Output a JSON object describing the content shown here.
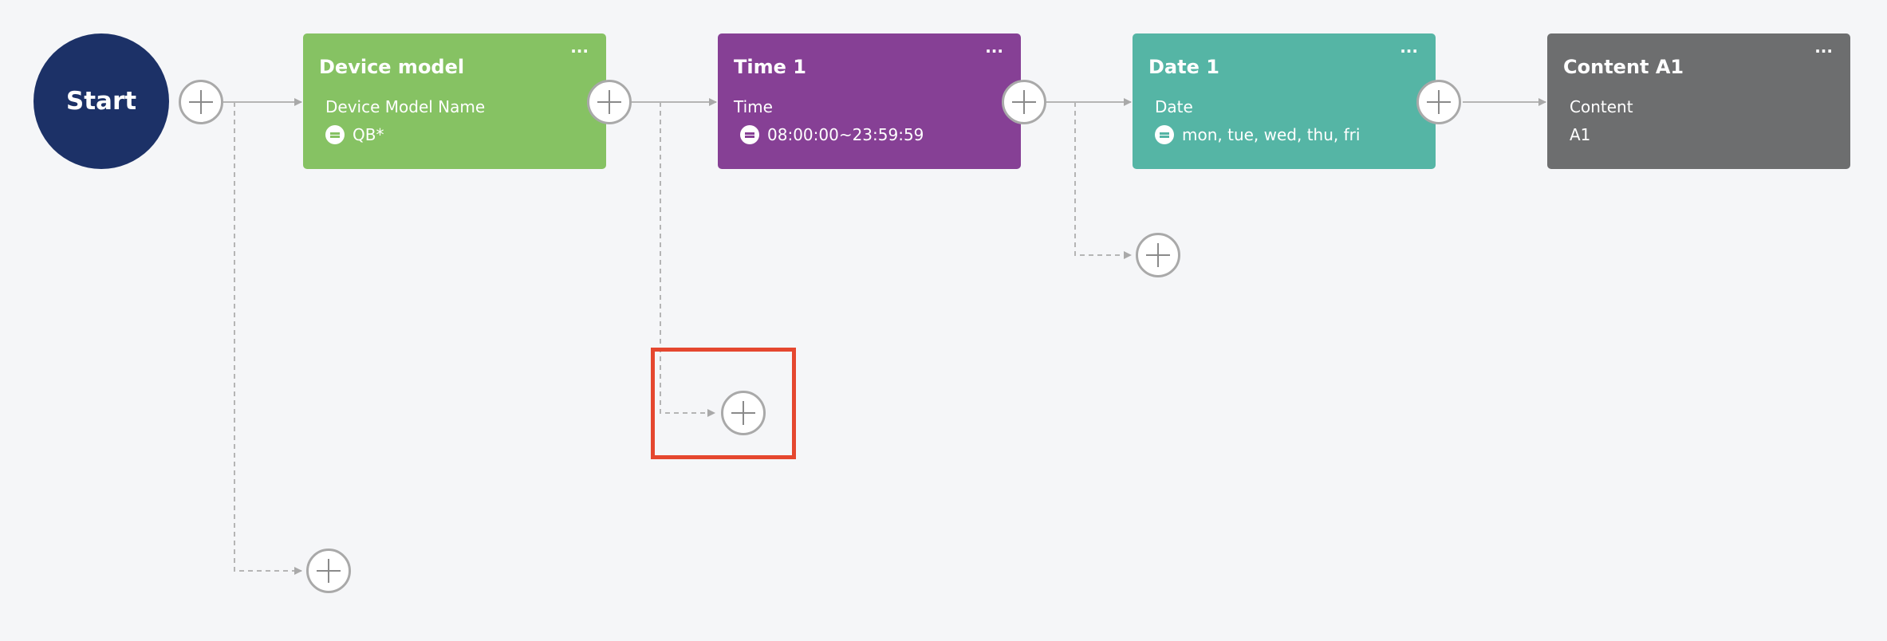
{
  "flow": {
    "start": {
      "label": "Start"
    },
    "nodes": [
      {
        "id": "device-model",
        "title": "Device model",
        "label": "Device Model Name",
        "value": "QB*",
        "has_operator": true,
        "operator_icon": "equals-icon",
        "color": "#86c263",
        "more_icon": "more-icon"
      },
      {
        "id": "time-1",
        "title": "Time 1",
        "label": "Time",
        "value": "08:00:00~23:59:59",
        "has_operator": true,
        "operator_icon": "equals-icon",
        "color": "#864095",
        "more_icon": "more-icon"
      },
      {
        "id": "date-1",
        "title": "Date 1",
        "label": "Date",
        "value": "mon, tue, wed, thu, fri",
        "has_operator": true,
        "operator_icon": "equals-icon",
        "color": "#55b5a5",
        "more_icon": "more-icon"
      },
      {
        "id": "content-a1",
        "title": "Content A1",
        "label": "Content",
        "value": "A1",
        "has_operator": false,
        "color": "#6d6e6f",
        "more_icon": "more-icon"
      }
    ],
    "add_icon": "plus-icon",
    "colors": {
      "start": "#1c3167",
      "connector": "#a9a9a9",
      "highlight": "#e5472f",
      "background": "#f5f6f8"
    }
  }
}
